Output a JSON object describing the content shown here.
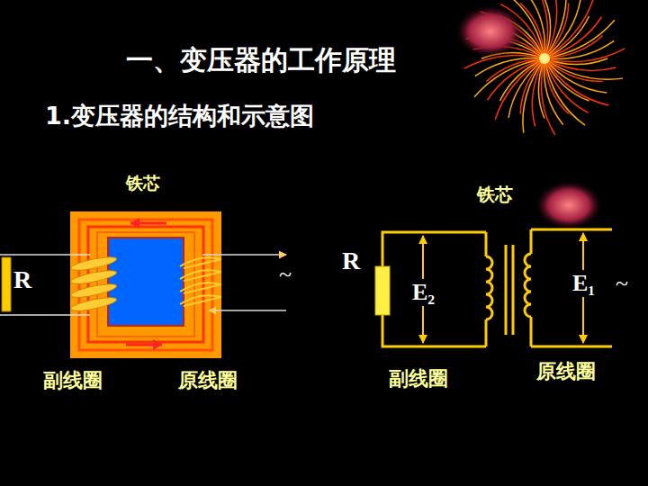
{
  "diagram": {
    "title": "一、变压器的工作原理",
    "labels": [
      "1.变压器的结构和示意图",
      "铁芯",
      "R",
      "~",
      "副线圈",
      "原线圈",
      "铁芯",
      "R",
      "E₂",
      "E₁",
      "~",
      "副线圈",
      "原线圈"
    ]
  }
}
